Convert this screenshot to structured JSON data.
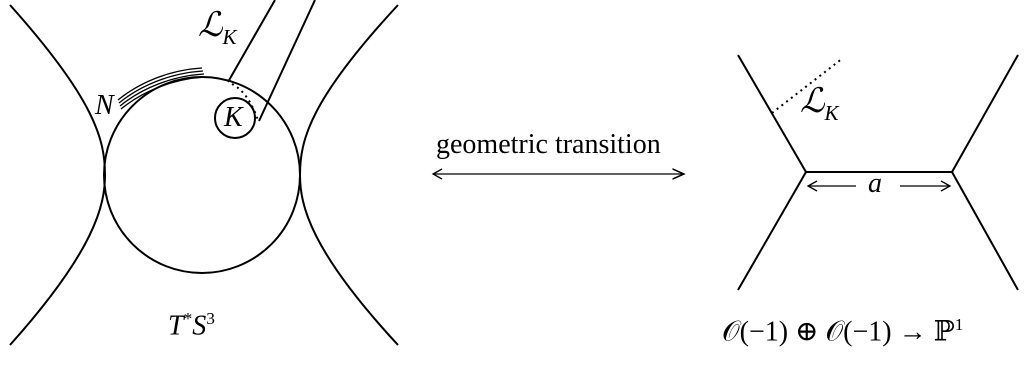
{
  "left_figure": {
    "lagrangian_label": {
      "main": "ℒ",
      "sub": "K"
    },
    "knot_label": "K",
    "n_label": "N",
    "space_label": {
      "main": "T",
      "sup1": "*",
      "mid": "S",
      "sup2": "3"
    }
  },
  "middle": {
    "transition_label": "geometric transition"
  },
  "right_figure": {
    "lagrangian_label": {
      "main": "ℒ",
      "sub": "K"
    },
    "length_label": "a",
    "space_label": {
      "main": "𝒪(−1) ⊕ 𝒪(−1) → ℙ",
      "sup": "1"
    }
  }
}
